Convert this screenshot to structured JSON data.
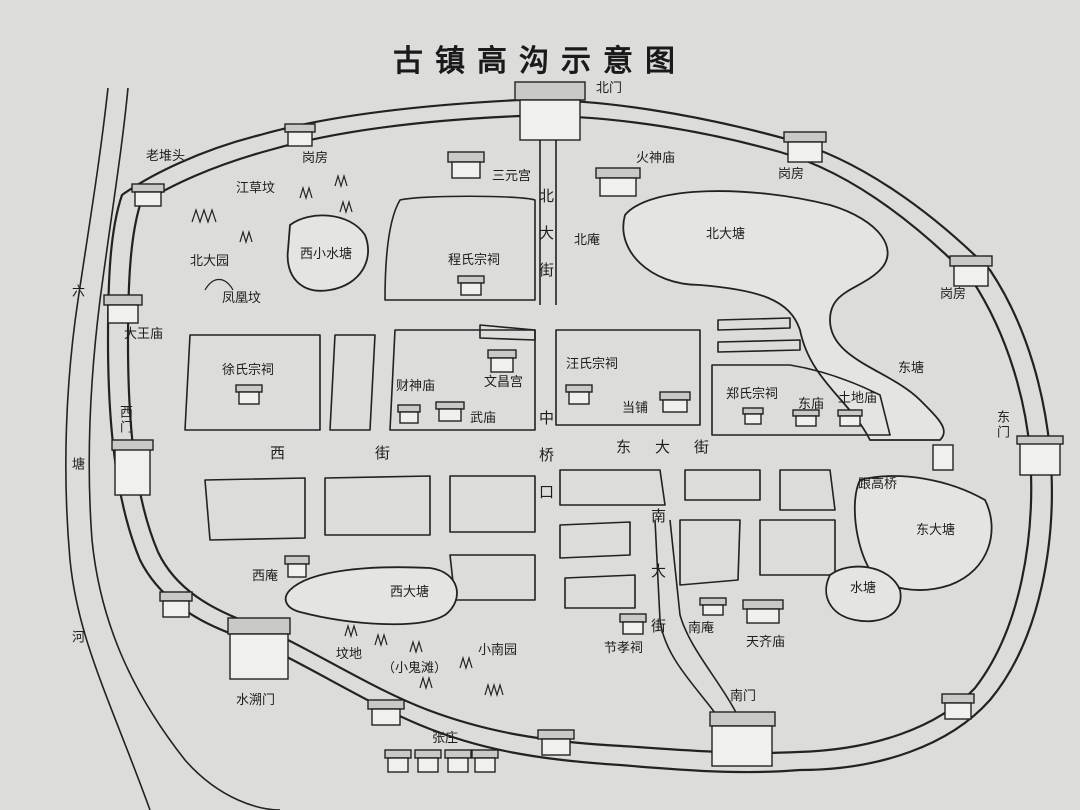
{
  "title": "古镇高沟示意图",
  "gates": {
    "north": "北门",
    "east": "东门",
    "west": "西门",
    "south": "南门",
    "water": "水溯门"
  },
  "guardhouses": {
    "gangfang_nw": "岗房",
    "gangfang_ne": "岗房",
    "gangfang_e": "岗房"
  },
  "places": {
    "laoduitou": "老堆头",
    "jiangcaofen": "江草坟",
    "beidayuan": "北大园",
    "fenghuangfen": "凤凰坟",
    "xixiaoshuitang": "西小水塘",
    "sanyuangong": "三元宫",
    "beiyan": "北庵",
    "huoshenmiao": "火神庙",
    "beidatang": "北大塘",
    "chengshizongci": "程氏宗祠",
    "dawangmiao": "大王庙",
    "xushizongci": "徐氏宗祠",
    "caishenmiao": "财神庙",
    "wenchanggong": "文昌宫",
    "wumiao": "武庙",
    "wangshizongci": "汪氏宗祠",
    "dangpu": "当铺",
    "zhengshizongci": "郑氏宗祠",
    "dongmiao": "东庙",
    "tudimiao": "土地庙",
    "dongtang": "东塘",
    "yuangaoqiao": "跟高桥",
    "dongdatang": "东大塘",
    "shuitang": "水塘",
    "xiyan": "西庵",
    "xidatang": "西大塘",
    "fendi": "坟地",
    "xiaoguitan": "（小鬼滩）",
    "xiaonanyuan": "小南园",
    "jiexiaoci": "节孝祠",
    "nanyan": "南庵",
    "tianqimiao": "天齐庙",
    "zhangzhuang": "张庄"
  },
  "streets": {
    "north_street": "北大街",
    "west_street": "西街",
    "east_street": "东大街",
    "bridge_mouth": "中桥口",
    "south_street": "南大街",
    "river": "六塘河"
  }
}
